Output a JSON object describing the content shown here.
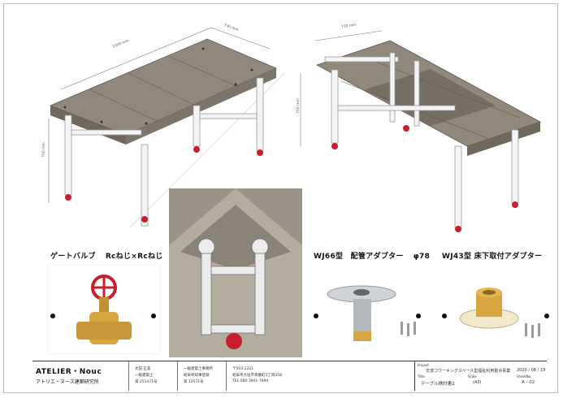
{
  "drawing": {
    "dims": {
      "length": "1500 mm",
      "width": "730 mm",
      "height_left": "700 mm",
      "width_right": "730 mm",
      "height_right": "700 mm"
    },
    "items": [
      {
        "title": "ゲートバルブ",
        "spec": "Rcねじ×Rcねじ"
      },
      {
        "title": "WJ66型　配管アダプター",
        "spec": "φ78"
      },
      {
        "title": "WJ43型 床下取付アダプター",
        "spec": ""
      }
    ]
  },
  "title_block": {
    "company_en": "ATELIER・Nouc",
    "company_ja": "アトリエ・ヌース建築研究所",
    "architect": [
      "太田 正美",
      "一級建築士",
      "第 251471号"
    ],
    "office": [
      "一級建築士事務所",
      "岐阜県知事登録",
      "第 12571号"
    ],
    "address": [
      "〒503-2221",
      "岐阜県大垣市青墓町3丁目358",
      "TEL:080-3941-7894"
    ],
    "project_label": "Project",
    "project": "交流コワーキングスペース型福祉利用拠点事業",
    "title_label": "Title",
    "title": "テーブル検討書2",
    "scale_label": "Scale",
    "scale": "(A3)",
    "date": "2020 / 08 / 19",
    "sheet_label": "SheetNo.",
    "sheet_no": "A -  02"
  },
  "colors": {
    "wood": "#8f887b",
    "wood_dark": "#6f685c",
    "pipe": "#f2f2f2",
    "valve_red": "#c8202a",
    "brass": "#d8a640"
  }
}
